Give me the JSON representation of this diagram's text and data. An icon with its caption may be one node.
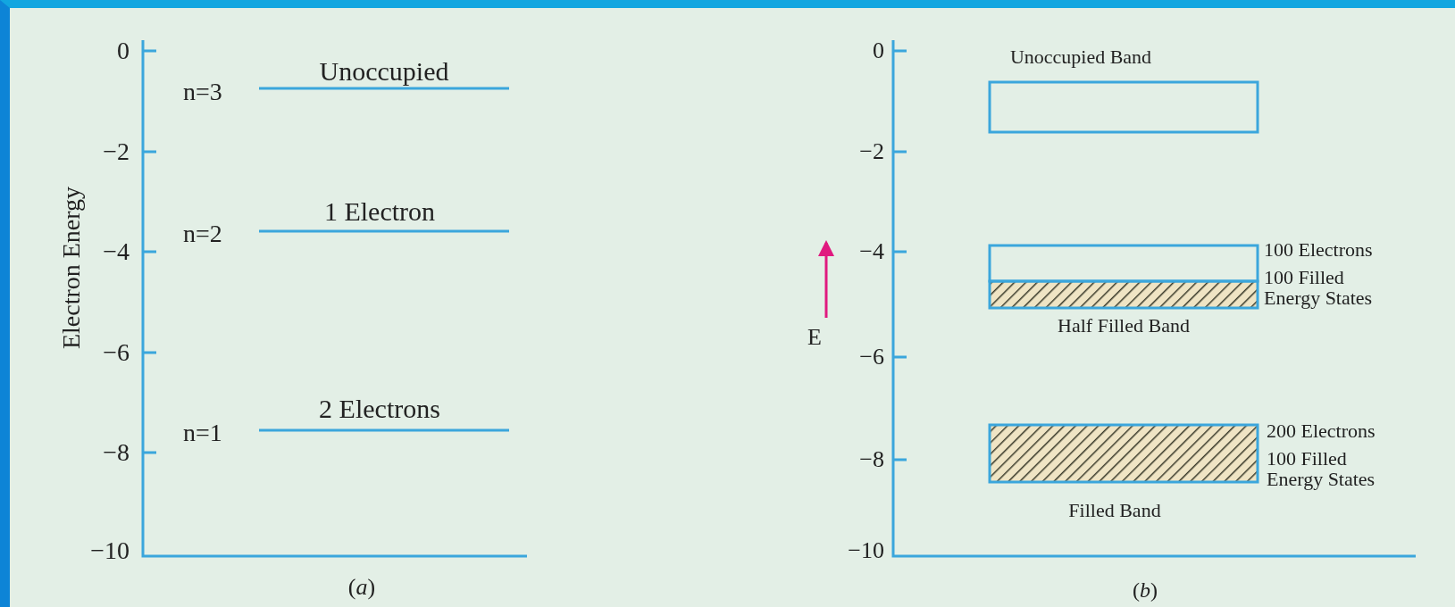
{
  "diagram": {
    "nodes": [
      {
        "text": [],
        "shape": "bar"
      },
      {
        "text": [],
        "shape": "bar"
      },
      {
        "text": [],
        "shape": "bar"
      }
    ],
    "labels": [
      "0",
      "n=3",
      "Unoccupied",
      "−2",
      "1 Electron",
      "n=2",
      "−4",
      "−6",
      "2 Electrons",
      "n=1",
      "−8",
      "−10",
      "Electron Energy",
      "(*a*)",
      "0",
      "Unoccupied Band",
      "−2",
      "100 Electrons",
      "−4",
      "100 Filled Energy States",
      "Half Filled Band",
      "E",
      "−6",
      "200 Electrons",
      "100 Filled Energy States",
      "−8",
      "Filled Band",
      "−10",
      "(*b*)"
    ]
  }
}
